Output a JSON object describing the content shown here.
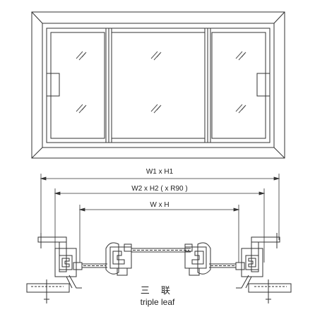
{
  "dimensions": {
    "outer": "W1 x H1",
    "middle": "W2 x H2 ( x R90 )",
    "inner": "W x H"
  },
  "caption": {
    "chinese": "三 联",
    "english": "triple leaf"
  },
  "colors": {
    "line": "#333333",
    "glass_mark": "#555555",
    "background": "#ffffff"
  }
}
